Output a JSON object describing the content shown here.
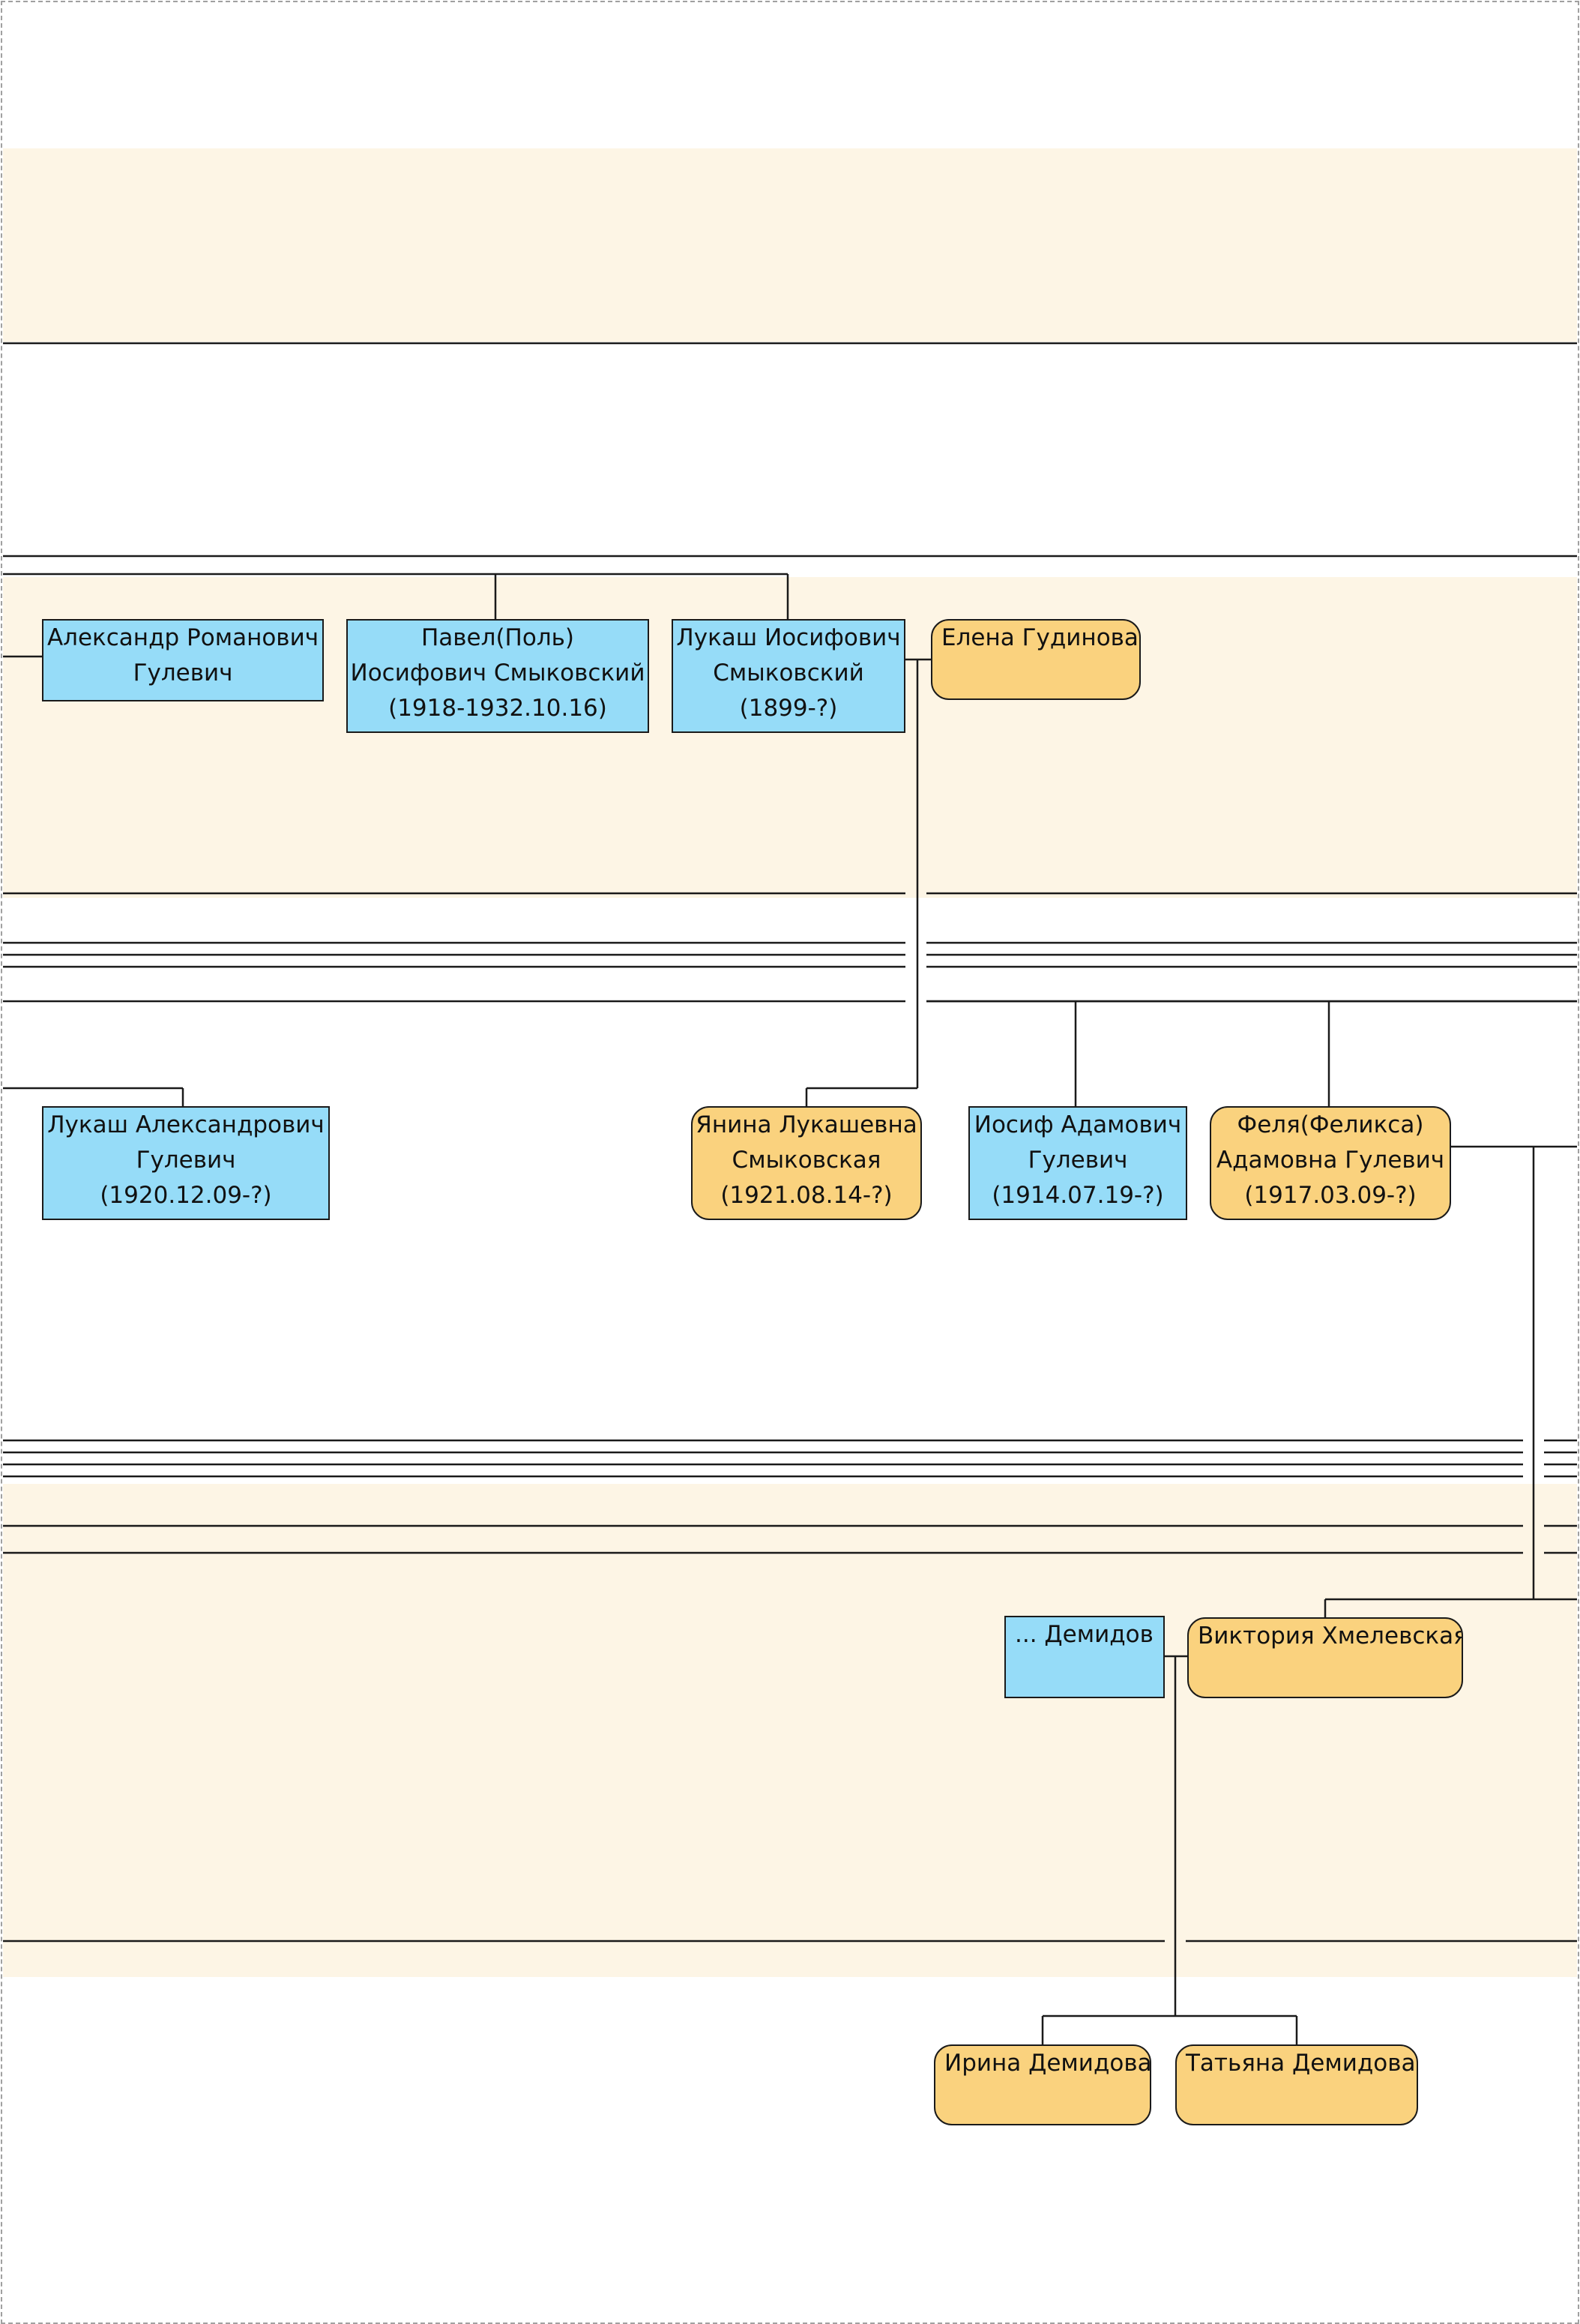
{
  "colors": {
    "male_fill": "#96dcf8",
    "female_fill": "#fad27e",
    "band_fill": "#fdf5e5",
    "line": "#1a1a1a"
  },
  "people": {
    "aleksandr_gulevich": {
      "line1": "Александр Романович",
      "line2": "Гулевич"
    },
    "pavel_smykovsky": {
      "line1": "Павел(Поль)",
      "line2": "Иосифович Смыковский",
      "line3": "(1918-1932.10.16)"
    },
    "lukash_smykovsky": {
      "line1": "Лукаш Иосифович",
      "line2": "Смыковский",
      "line3": "(1899-?)"
    },
    "elena_gudinova": {
      "line1": "Елена Гудинова"
    },
    "lukash_gulevich": {
      "line1": "Лукаш Александрович",
      "line2": "Гулевич",
      "line3": "(1920.12.09-?)"
    },
    "yanina_smykovskaya": {
      "line1": "Янина Лукашевна",
      "line2": "Смыковская",
      "line3": "(1921.08.14-?)"
    },
    "iosif_gulevich": {
      "line1": "Иосиф Адамович",
      "line2": "Гулевич",
      "line3": "(1914.07.19-?)"
    },
    "felya_gulevich": {
      "line1": "Феля(Феликса)",
      "line2": "Адамовна Гулевич",
      "line3": "(1917.03.09-?)"
    },
    "demidov": {
      "line1": "... Демидов"
    },
    "viktoriya_khmelevskaya": {
      "line1": "Виктория Хмелевская"
    },
    "irina_demidova": {
      "line1": "Ирина Демидова"
    },
    "tatyana_demidova": {
      "line1": "Татьяна Демидова"
    }
  }
}
